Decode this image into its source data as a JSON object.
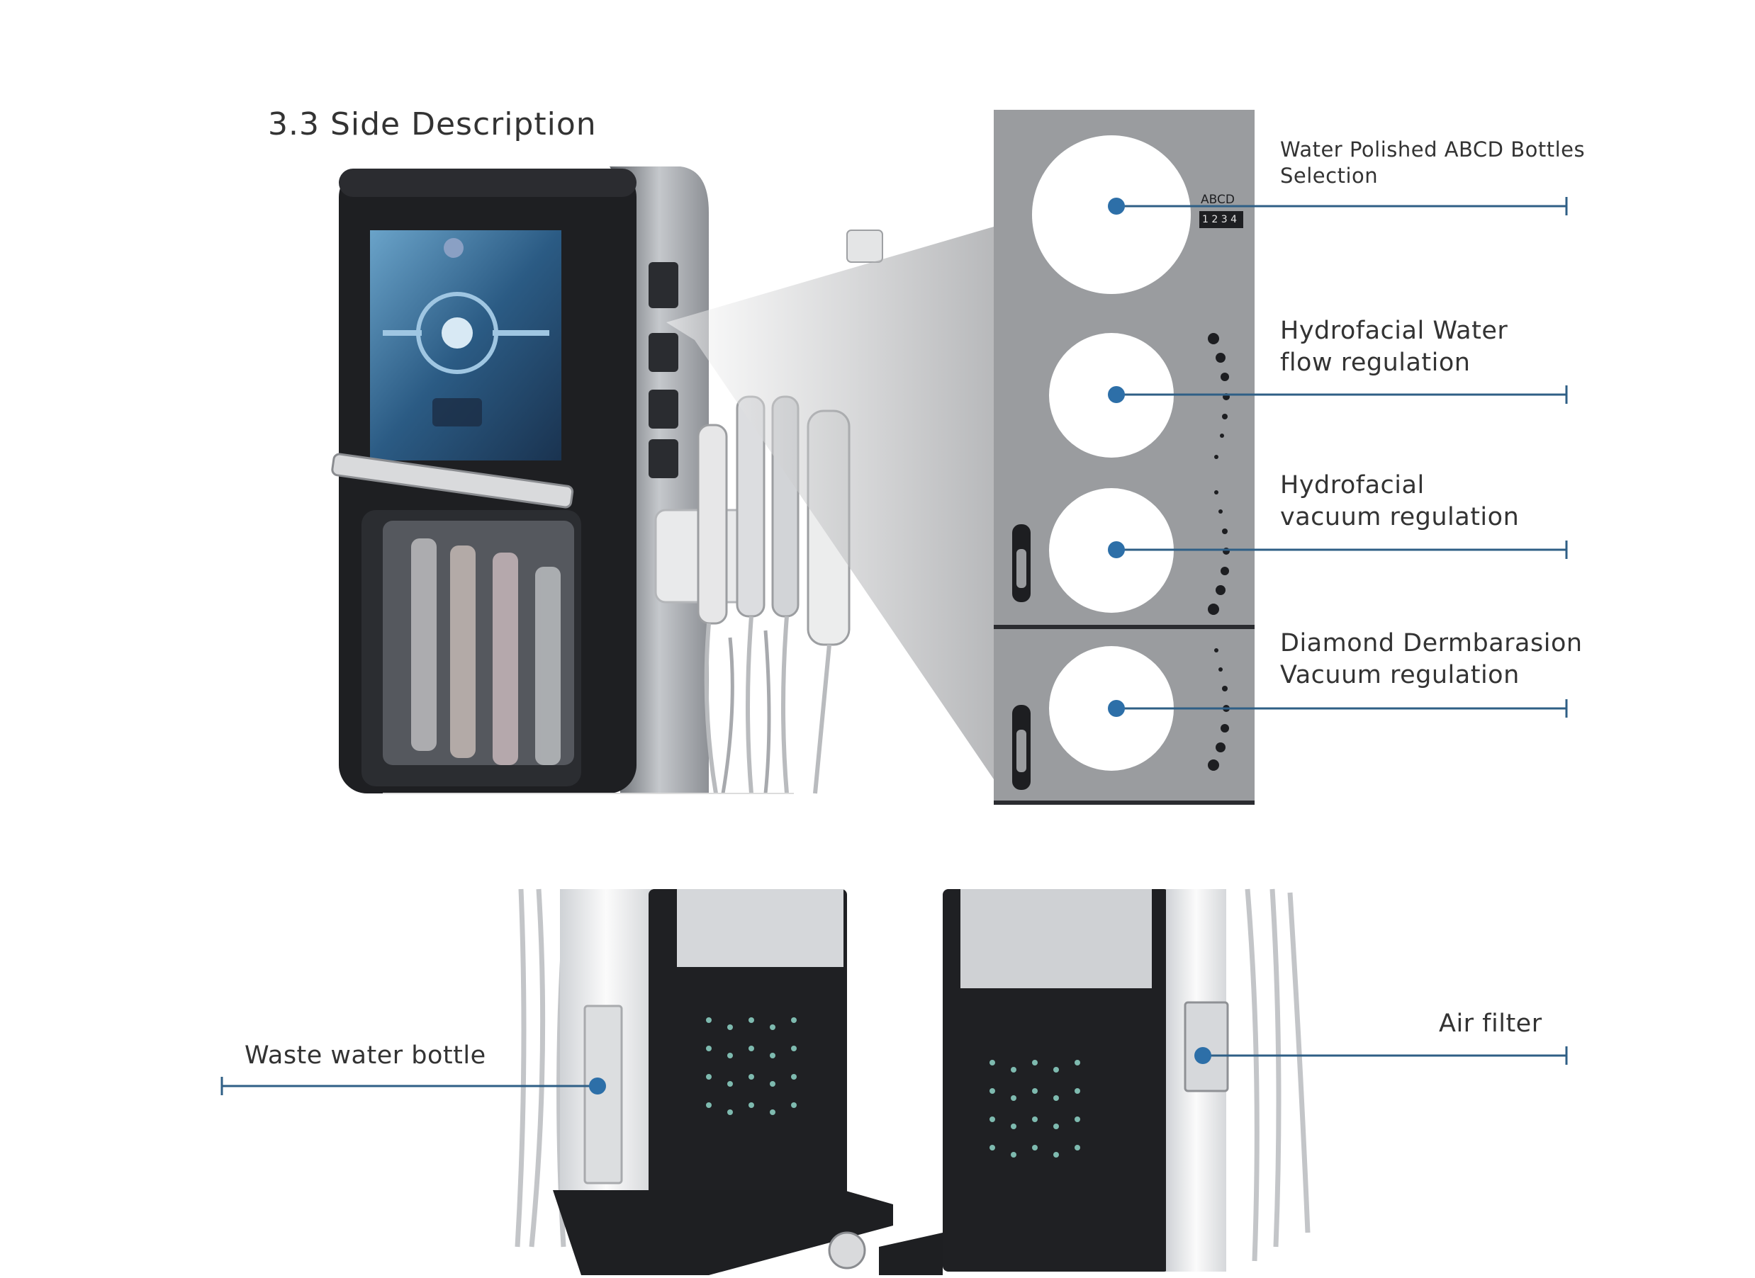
{
  "page": {
    "title": "3.3 Side Description"
  },
  "panel": {
    "screen_text_line1": "ABCD",
    "screen_text_line2": "1 2 3 4"
  },
  "callouts": [
    {
      "line1": "Water Polished ABCD Bottles",
      "line2": "Selection"
    },
    {
      "line1": "Hydrofacial Water",
      "line2": "flow regulation"
    },
    {
      "line1": "Hydrofacial",
      "line2": "vacuum regulation"
    },
    {
      "line1": "Diamond Dermbarasion",
      "line2": "Vacuum regulation"
    }
  ],
  "bottom_callouts": {
    "left": "Waste water bottle",
    "right": "Air filter"
  },
  "colors": {
    "callout_line": "#2f5f86",
    "callout_dot": "#2d6fa8",
    "panel_bg": "#9a9c9f",
    "device_dark": "#1e1f22"
  }
}
